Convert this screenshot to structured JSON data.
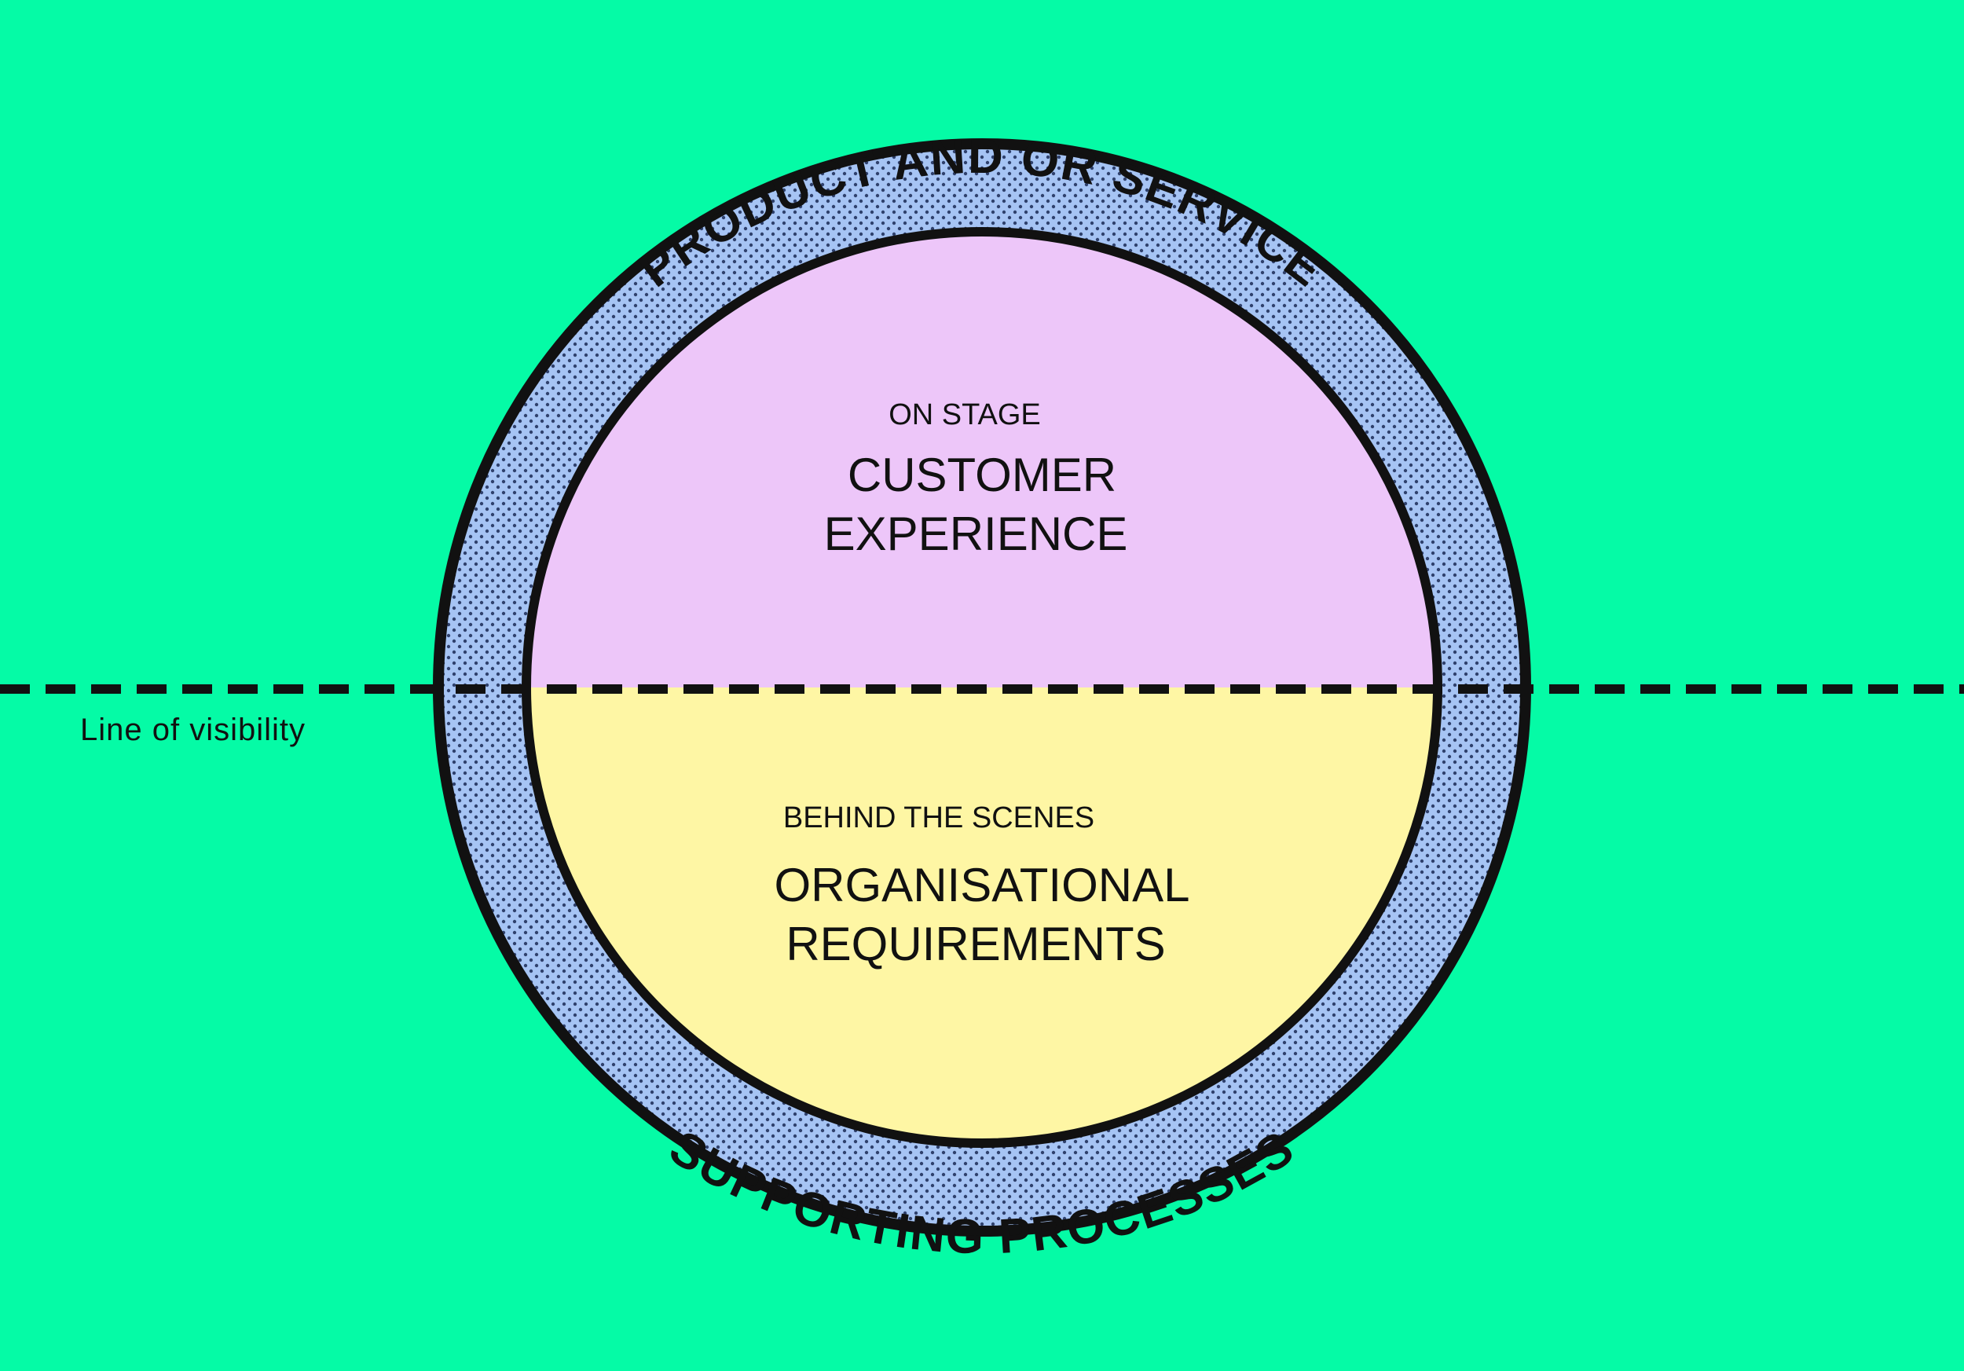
{
  "diagram": {
    "outer_ring_top": "PRODUCT AND OR SERVICE",
    "outer_ring_bottom": "SUPPORTING PROCESSES",
    "line_label": "Line of visibility",
    "upper": {
      "small_label": "ON STAGE",
      "big_line_1": "CUSTOMER",
      "big_line_2": "EXPERIENCE"
    },
    "lower": {
      "small_label": "BEHIND THE SCENES",
      "big_line_1": "ORGANISATIONAL",
      "big_line_2": "REQUIREMENTS"
    }
  },
  "colors": {
    "background": "#05fba6",
    "ring": "#a6c4f4",
    "upper_half": "#edc6f9",
    "lower_half": "#fef6a4",
    "outline": "#111111"
  }
}
